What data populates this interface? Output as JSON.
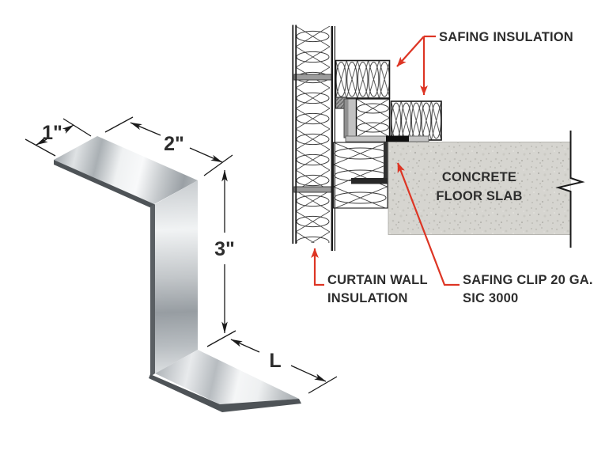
{
  "figure": {
    "isometric_clip": {
      "dim_flange_width": "1\"",
      "dim_top_flange": "2\"",
      "dim_web_height": "3\"",
      "dim_length": "L"
    },
    "section": {
      "safing_insulation": "SAFING INSULATION",
      "concrete_line1": "CONCRETE",
      "concrete_line2": "FLOOR SLAB",
      "curtain_line1": "CURTAIN WALL",
      "curtain_line2": "INSULATION",
      "clip_line1": "SAFING CLIP 20 GA.",
      "clip_line2": "SIC 3000"
    }
  },
  "colors": {
    "leader": "#dd3524",
    "text": "#2d2d2d",
    "line": "#1a1a1a",
    "concrete": "#d6d5d0",
    "metal-light": "#f2f4f5",
    "metal-mid": "#b9bec2",
    "metal-dark": "#4e5357"
  }
}
